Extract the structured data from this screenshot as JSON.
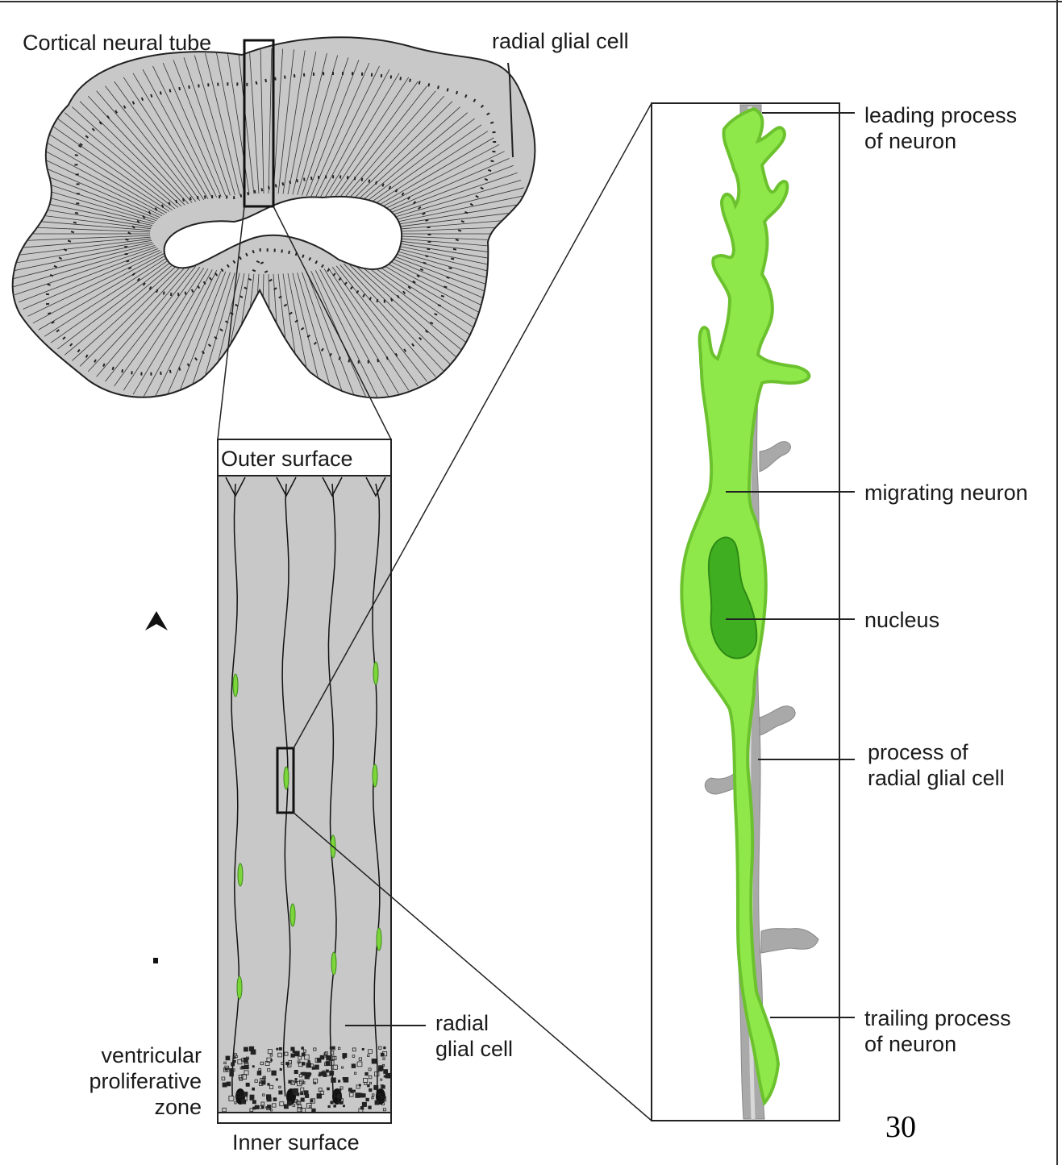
{
  "figure": {
    "labels": {
      "cortical_neural_tube": "Cortical neural tube",
      "radial_glial_cell_top": "radial glial cell",
      "outer_surface": "Outer surface",
      "inner_surface": "Inner surface",
      "ventricular_zone": [
        "ventricular",
        "proliferative",
        "zone"
      ],
      "radial_glial_cell_lower": [
        "radial",
        "glial cell"
      ],
      "leading_process": [
        "leading process",
        "of neuron"
      ],
      "migrating_neuron": "migrating neuron",
      "nucleus": "nucleus",
      "process_of_radial_glial": [
        "process of",
        "radial glial cell"
      ],
      "trailing_process": [
        "trailing process",
        "of neuron"
      ]
    },
    "page_number": "30",
    "colors": {
      "tissue_gray": "#c8c8c8",
      "neuron_green": "#8fe84a",
      "neuron_outline": "#6cc22e",
      "nucleus_green": "#3fae20",
      "glial_gray": "#a9a9a9"
    }
  }
}
